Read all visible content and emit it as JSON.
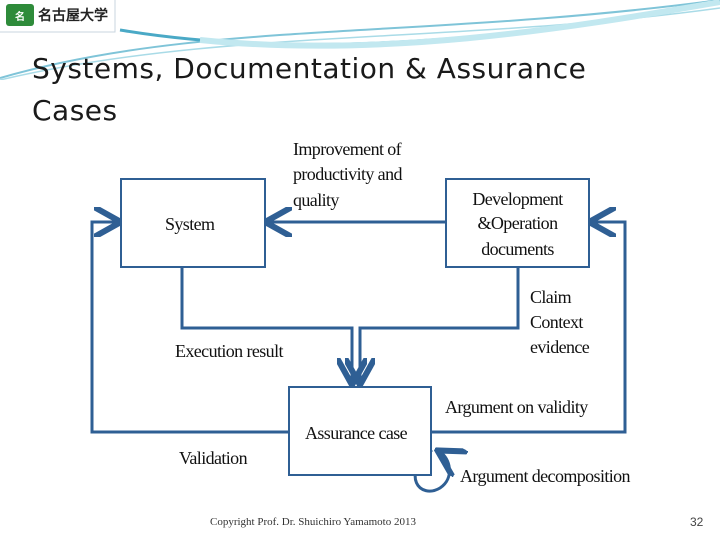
{
  "header": {
    "logo_mark": "名",
    "logo_text": "名古屋大学"
  },
  "slide": {
    "title": "Systems, Documentation & Assurance Cases",
    "footer": "Copyright Prof. Dr. Shuichiro Yamamoto 2013",
    "page_number": "32"
  },
  "diagram": {
    "boxes": {
      "system": "System",
      "development_line1": "Development",
      "development_line2": "&Operation",
      "development_line3": "documents",
      "assurance": "Assurance case"
    },
    "labels": {
      "improvement_line1": "Improvement of",
      "improvement_line2": "productivity and",
      "improvement_line3": "quality",
      "claim": "Claim",
      "context": "Context",
      "evidence": "evidence",
      "execution_result": "Execution result",
      "argument_validity": "Argument on validity",
      "validation": "Validation",
      "argument_decomposition": "Argument decomposition"
    },
    "colors": {
      "line": "#2f5f94",
      "box_border": "#2f5f94"
    }
  }
}
